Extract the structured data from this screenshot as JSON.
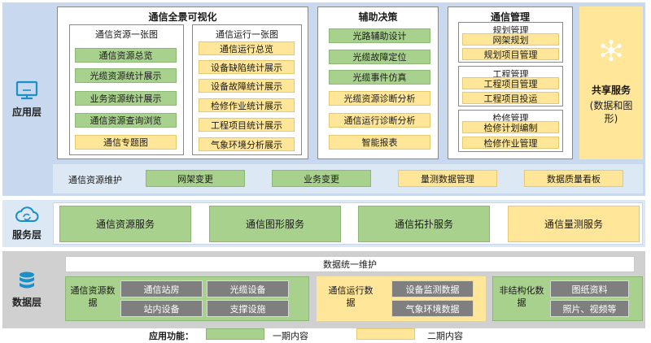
{
  "layers": {
    "app": "应用层",
    "service": "服务层",
    "data": "数据层"
  },
  "panorama": {
    "title": "通信全景可视化",
    "resources": {
      "title": "通信资源一张图",
      "items": [
        "通信资源总览",
        "光缆资源统计展示",
        "业务资源统计展示",
        "通信资源查询浏览",
        "通信专题图"
      ]
    },
    "operation": {
      "title": "通信运行一张图",
      "items": [
        "通信运行总览",
        "设备缺陷统计展示",
        "设备故障统计展示",
        "检修作业统计展示",
        "工程项目统计展示",
        "气象环境分析展示"
      ]
    }
  },
  "decision": {
    "title": "辅助决策",
    "items": [
      "光路辅助设计",
      "光缆故障定位",
      "光缆事件仿真",
      "光缆资源诊断分析",
      "通信运行诊断分析",
      "智能报表"
    ]
  },
  "management": {
    "title": "通信管理",
    "groups": [
      {
        "title": "规划管理",
        "items": [
          "网架规划",
          "规划项目管理"
        ]
      },
      {
        "title": "工程管理",
        "items": [
          "工程项目管理",
          "工程项目投运"
        ]
      },
      {
        "title": "检修管理",
        "items": [
          "检修计划编制",
          "检修作业管理"
        ]
      }
    ]
  },
  "shared": {
    "title": "共享服务",
    "subtitle": "(数据和图形)"
  },
  "maintenance": {
    "label": "通信资源维护",
    "items": [
      "网架变更",
      "业务变更",
      "量测数据管理",
      "数据质量看板"
    ]
  },
  "services": [
    "通信资源服务",
    "通信图形服务",
    "通信拓扑服务",
    "通信量测服务"
  ],
  "data_layer": {
    "unified": "数据统一维护",
    "groups": [
      {
        "title": "通信资源数据",
        "items": [
          "通信站房",
          "光缆设备",
          "站内设备",
          "支撑设施"
        ]
      },
      {
        "title": "通信运行数据",
        "items": [
          "设备监测数据",
          "气象环境数据"
        ]
      },
      {
        "title": "非结构化数据",
        "items": [
          "图纸资料",
          "照片、视频等"
        ]
      }
    ]
  },
  "legend": {
    "label": "应用功能：",
    "phase1": "一期内容",
    "phase2": "二期内容"
  },
  "colors": {
    "phase1": "#a9d18e",
    "phase2": "#ffe699",
    "app_band": "#c8d8ee",
    "data_band": "#d0d0d0"
  }
}
